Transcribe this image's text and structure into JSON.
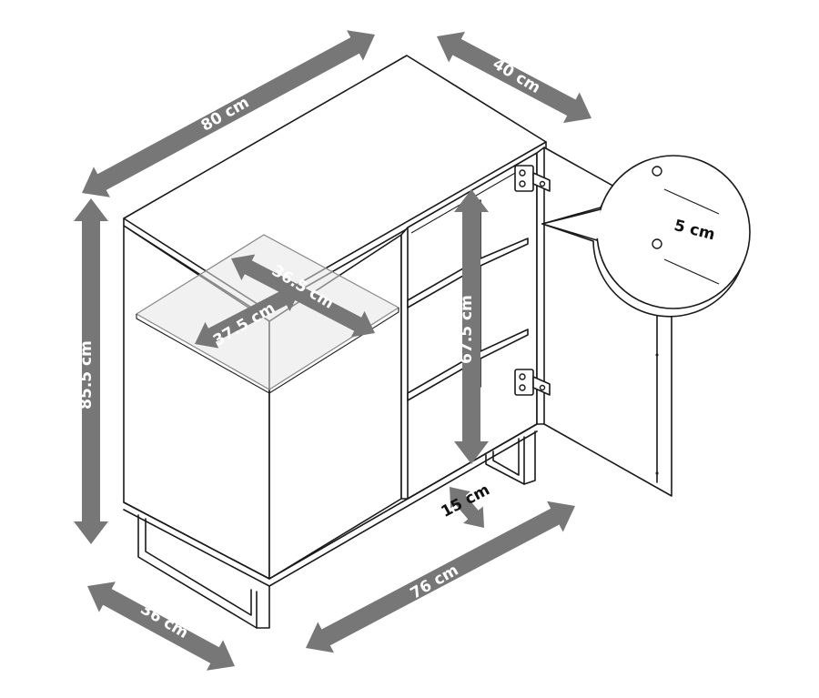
{
  "colors": {
    "arrow": "#777777",
    "line": "#1a1a1a",
    "glass": "#e6e6e6"
  },
  "dimensions": {
    "width": "80 cm",
    "depth": "40 cm",
    "height": "85.5 cm",
    "shelf_width": "36.5 cm",
    "shelf_depth": "37.5 cm",
    "inner_height": "67.5 cm",
    "hole_spacing": "5 cm",
    "floor_clearance": "15 cm",
    "base_width": "76 cm",
    "base_depth": "36 cm"
  },
  "icons": {
    "dimension_arrow": "double-arrow",
    "hinge": "hinge-icon",
    "detail": "magnifier-callout"
  }
}
